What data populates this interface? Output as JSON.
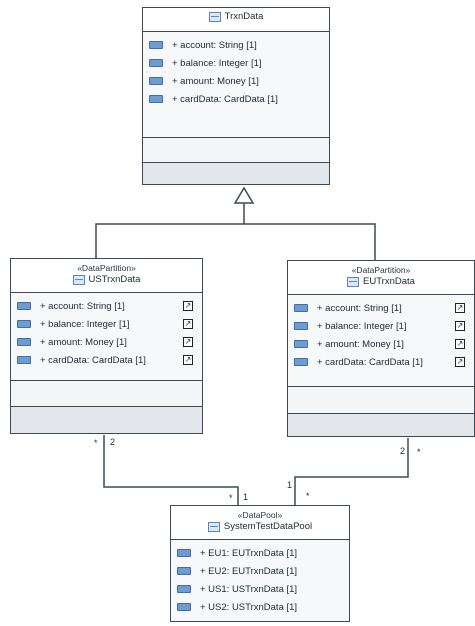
{
  "trxn": {
    "name": "TrxnData",
    "attributes": [
      "+ account: String [1]",
      "+ balance: Integer [1]",
      "+ amount: Money [1]",
      "+ cardData: CardData [1]"
    ]
  },
  "us": {
    "stereotype": "«DataPartition»",
    "name": "USTrxnData",
    "attributes": [
      "+ account: String [1]",
      "+ balance: Integer [1]",
      "+ amount: Money [1]",
      "+ cardData: CardData [1]"
    ]
  },
  "eu": {
    "stereotype": "«DataPartition»",
    "name": "EUTrxnData",
    "attributes": [
      "+ account: String [1]",
      "+ balance: Integer [1]",
      "+ amount: Money [1]",
      "+ cardData: CardData [1]"
    ]
  },
  "pool": {
    "stereotype": "«DataPool»",
    "name": "SystemTestDataPool",
    "attributes": [
      "+ EU1: EUTrxnData [1]",
      "+ EU2: EUTrxnData [1]",
      "+ US1: USTrxnData [1]",
      "+ US2: USTrxnData [1]"
    ]
  },
  "multiplicities": {
    "us_star": "*",
    "us_two": "2",
    "pool_star_left": "*",
    "pool_one_left": "1",
    "eu_two": "2",
    "eu_star": "*",
    "pool_one_right": "1",
    "pool_star_right": "*"
  },
  "icons": {
    "class": "class-icon",
    "attribute": "attribute-icon",
    "link": "link-arrow-icon"
  },
  "colors": {
    "border": "#3f4a54",
    "attr_icon": "#6f9bd0",
    "bg_compartment": "#e3e6ea"
  }
}
